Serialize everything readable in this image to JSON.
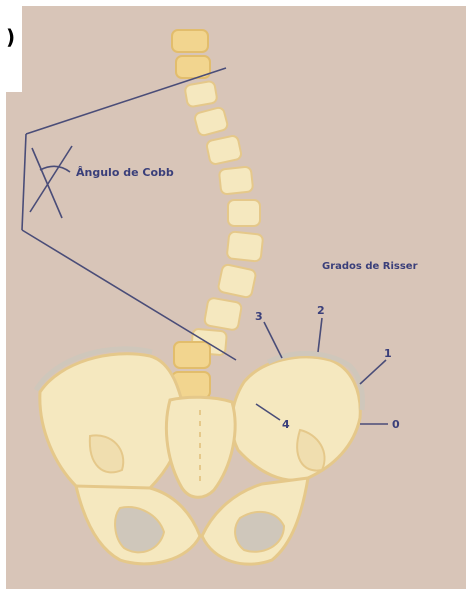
{
  "labels": {
    "cobb_angle": "Ângulo de Cobb",
    "risser_grades": "Grados de Risser",
    "grade_0": "0",
    "grade_1": "1",
    "grade_2": "2",
    "grade_3": "3",
    "grade_4": "4",
    "corner_mark": ")"
  },
  "colors": {
    "background": "#d8c5b8",
    "bone_fill": "#f5e8bf",
    "bone_outline": "#e5c88a",
    "bone_shadow": "#cfc7bb",
    "vertebra_top": "#f2d58f",
    "line": "#4a4d78",
    "label": "#3a3f7a"
  }
}
